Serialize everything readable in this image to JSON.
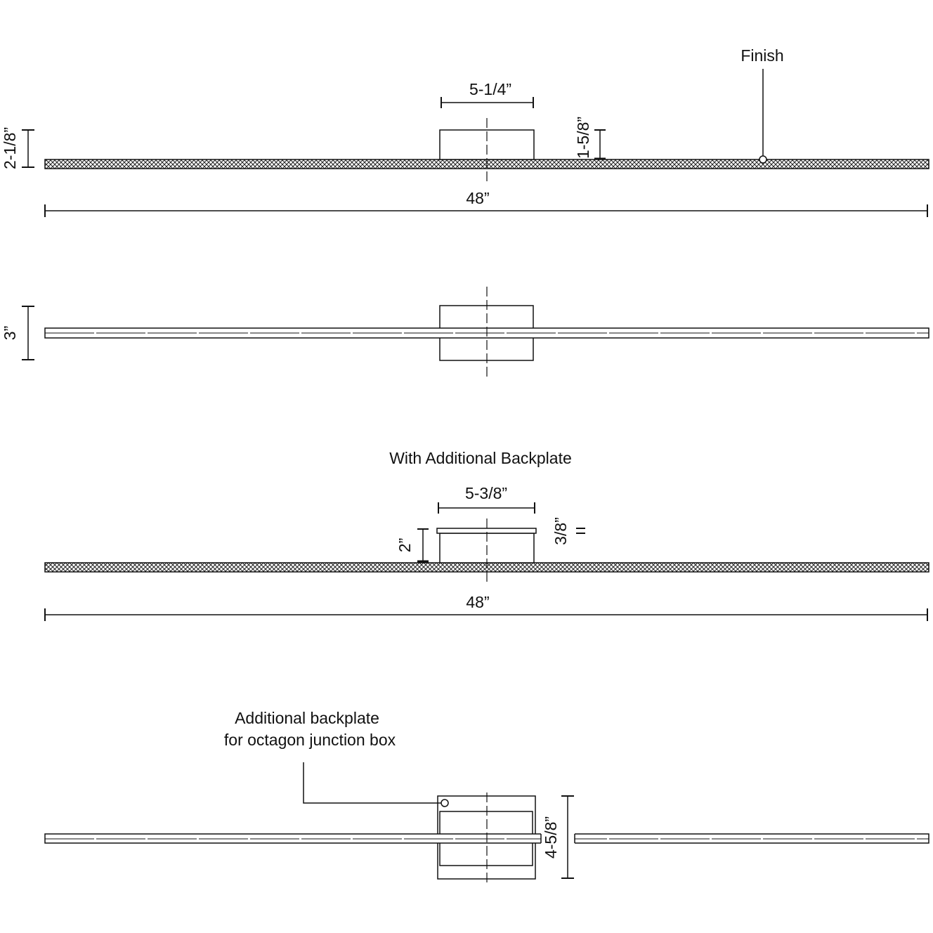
{
  "labels": {
    "finish": "Finish",
    "width_top": "5-1/4”",
    "height_canopy": "2-1/8”",
    "depth_bar": "1-5/8”",
    "length_top": "48”",
    "height_front": "3”",
    "backplate_title": "With Additional Backplate",
    "width_backplate": "5-3/8”",
    "depth_backplate": "2”",
    "backplate_thickness": "3/8”",
    "length_backplate": "48”",
    "backplate_note_line1": "Additional backplate",
    "backplate_note_line2": "for octagon junction box",
    "height_backplate": "4-5/8”"
  },
  "colors": {
    "line": "#111111",
    "texture_fill": "#6a6a6a",
    "background": "#ffffff"
  }
}
